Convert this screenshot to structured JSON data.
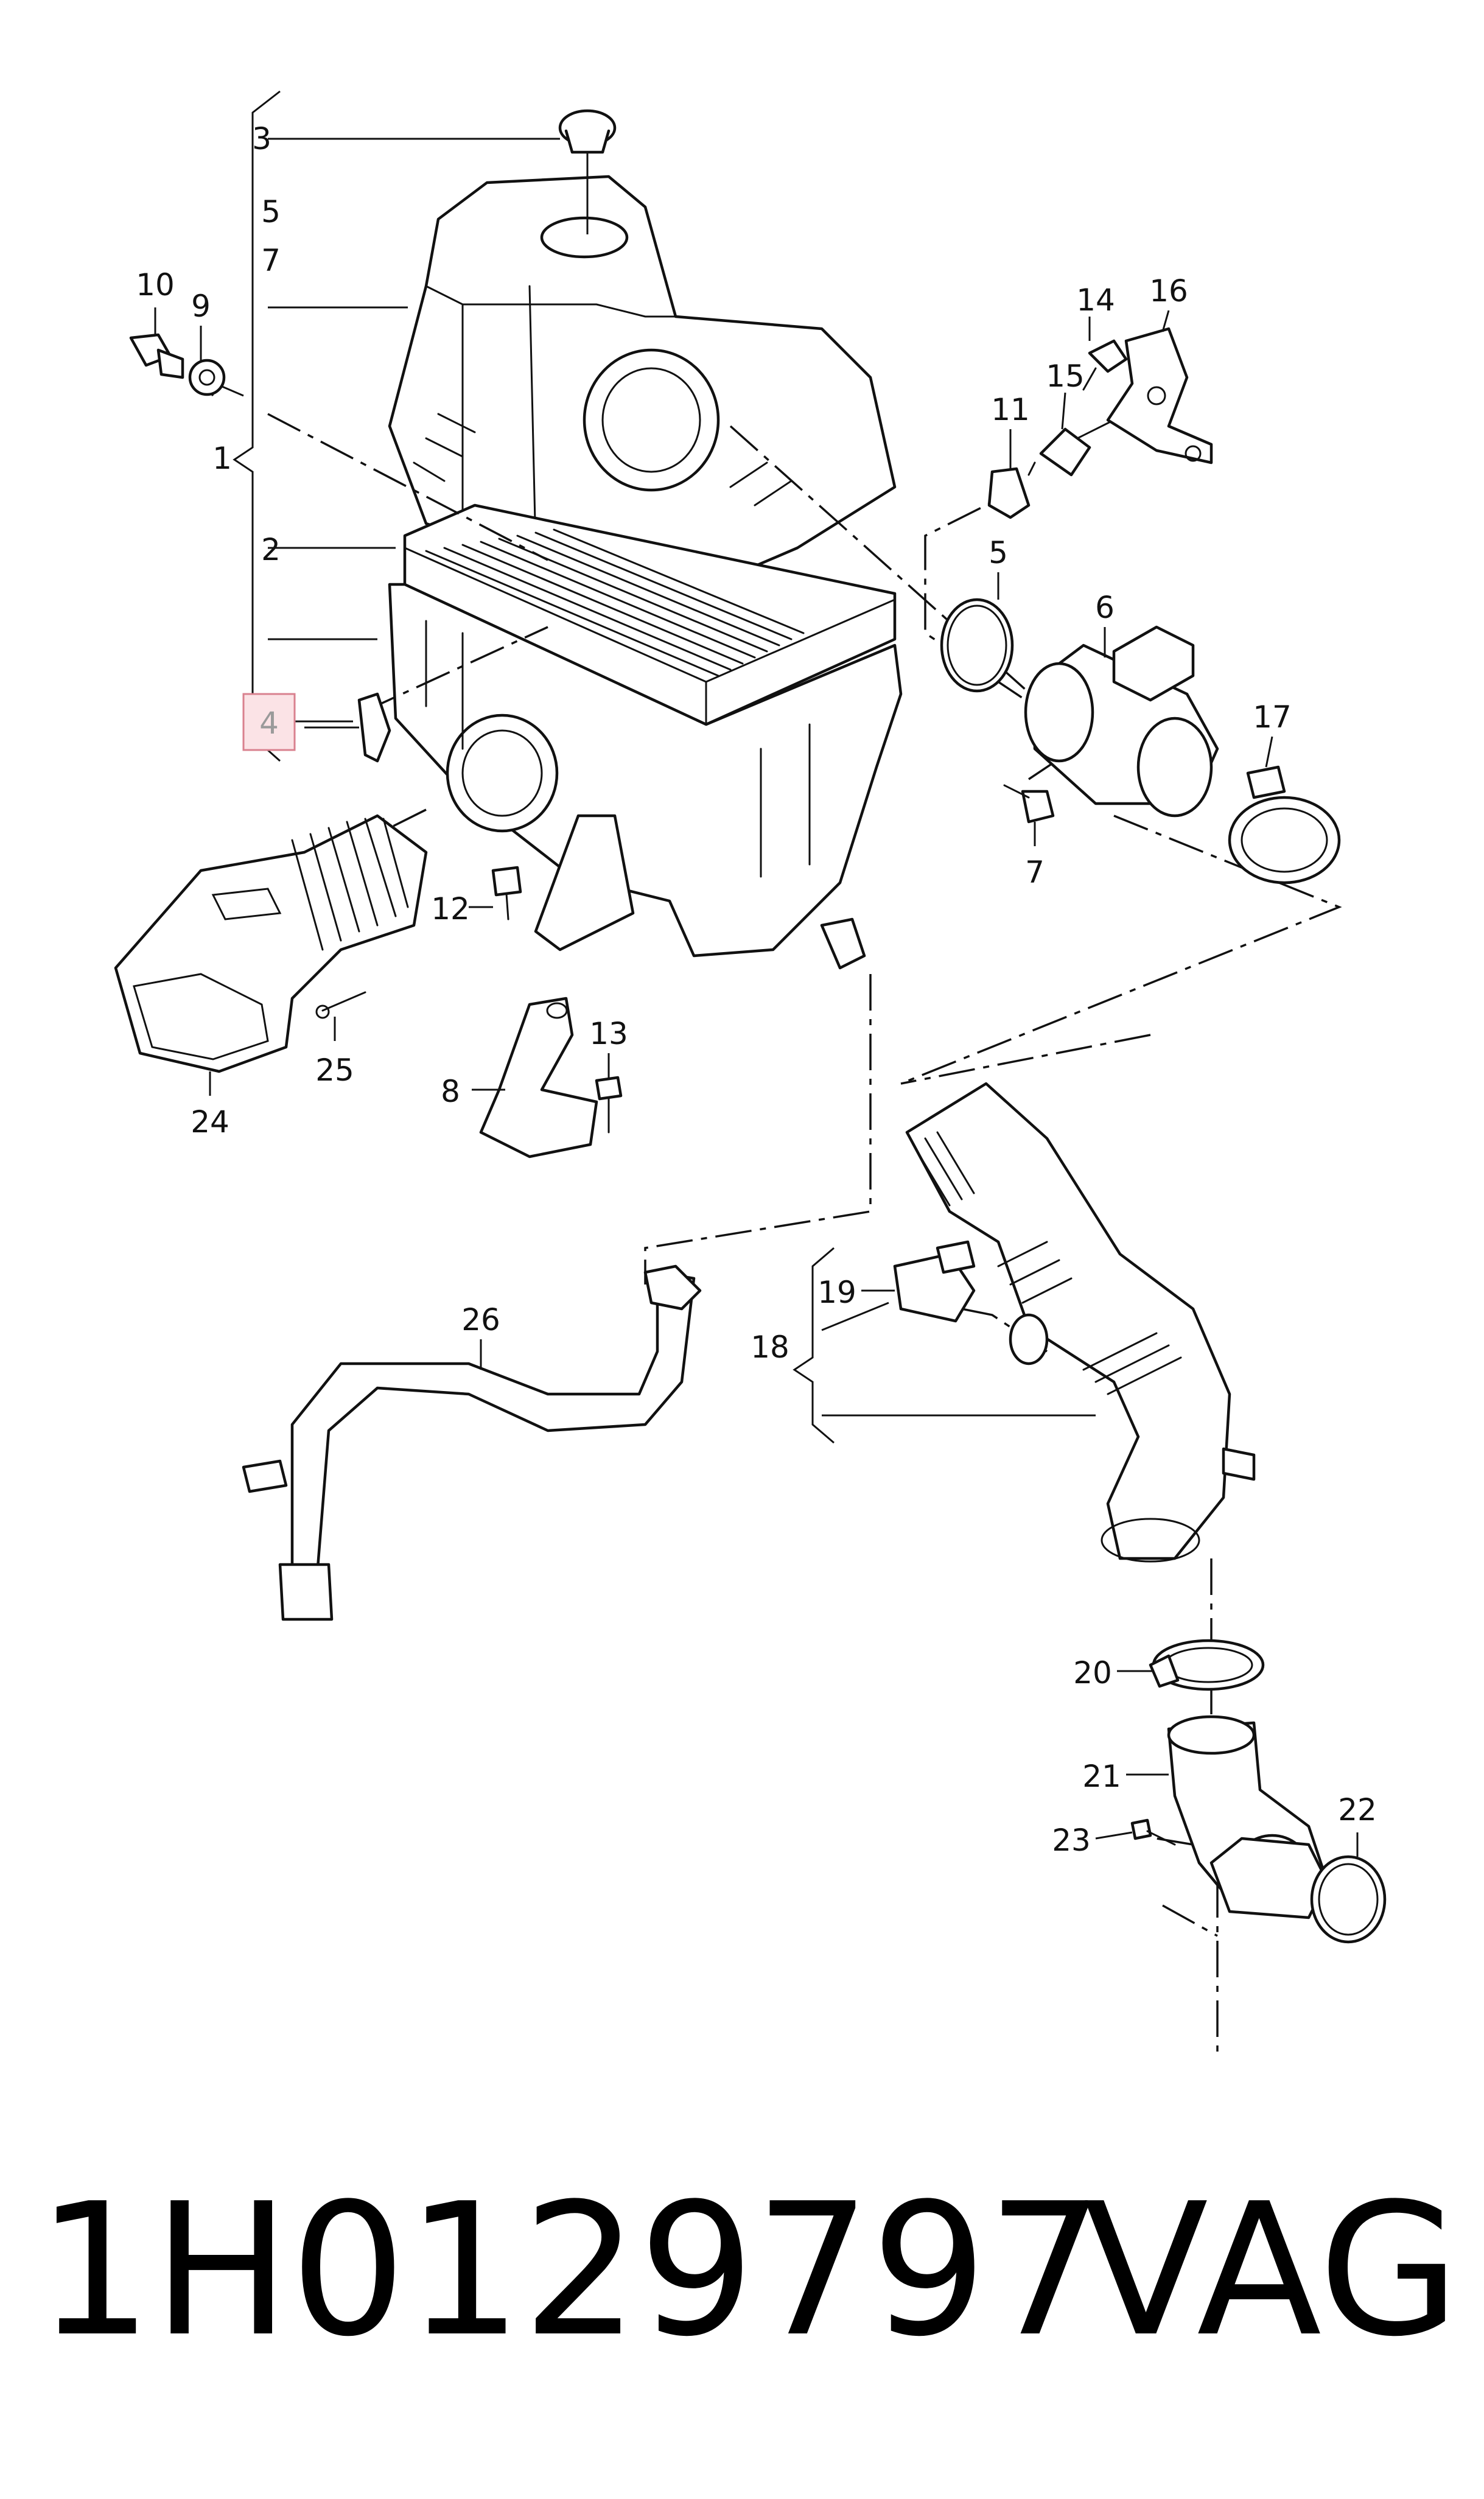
{
  "diagram": {
    "callouts": [
      {
        "id": "c1",
        "text": "1"
      },
      {
        "id": "c2",
        "text": "2"
      },
      {
        "id": "c3",
        "text": "3"
      },
      {
        "id": "c4",
        "text": "4",
        "highlighted": true
      },
      {
        "id": "c5a",
        "text": "5"
      },
      {
        "id": "c5b",
        "text": "5"
      },
      {
        "id": "c6",
        "text": "6"
      },
      {
        "id": "c7a",
        "text": "7"
      },
      {
        "id": "c7b",
        "text": "7"
      },
      {
        "id": "c8",
        "text": "8"
      },
      {
        "id": "c9",
        "text": "9"
      },
      {
        "id": "c10",
        "text": "10"
      },
      {
        "id": "c11",
        "text": "11"
      },
      {
        "id": "c12",
        "text": "12"
      },
      {
        "id": "c13",
        "text": "13"
      },
      {
        "id": "c14",
        "text": "14"
      },
      {
        "id": "c15",
        "text": "15"
      },
      {
        "id": "c16",
        "text": "16"
      },
      {
        "id": "c17",
        "text": "17"
      },
      {
        "id": "c18",
        "text": "18"
      },
      {
        "id": "c19",
        "text": "19"
      },
      {
        "id": "c20",
        "text": "20"
      },
      {
        "id": "c21",
        "text": "21"
      },
      {
        "id": "c22",
        "text": "22"
      },
      {
        "id": "c23",
        "text": "23"
      },
      {
        "id": "c24",
        "text": "24"
      },
      {
        "id": "c25",
        "text": "25"
      },
      {
        "id": "c26",
        "text": "26"
      }
    ],
    "highlight_color": "#fbe3e6",
    "highlight_border": "#d9818f"
  },
  "footer": {
    "part_number": "1H0129797",
    "brand": "VAG"
  }
}
